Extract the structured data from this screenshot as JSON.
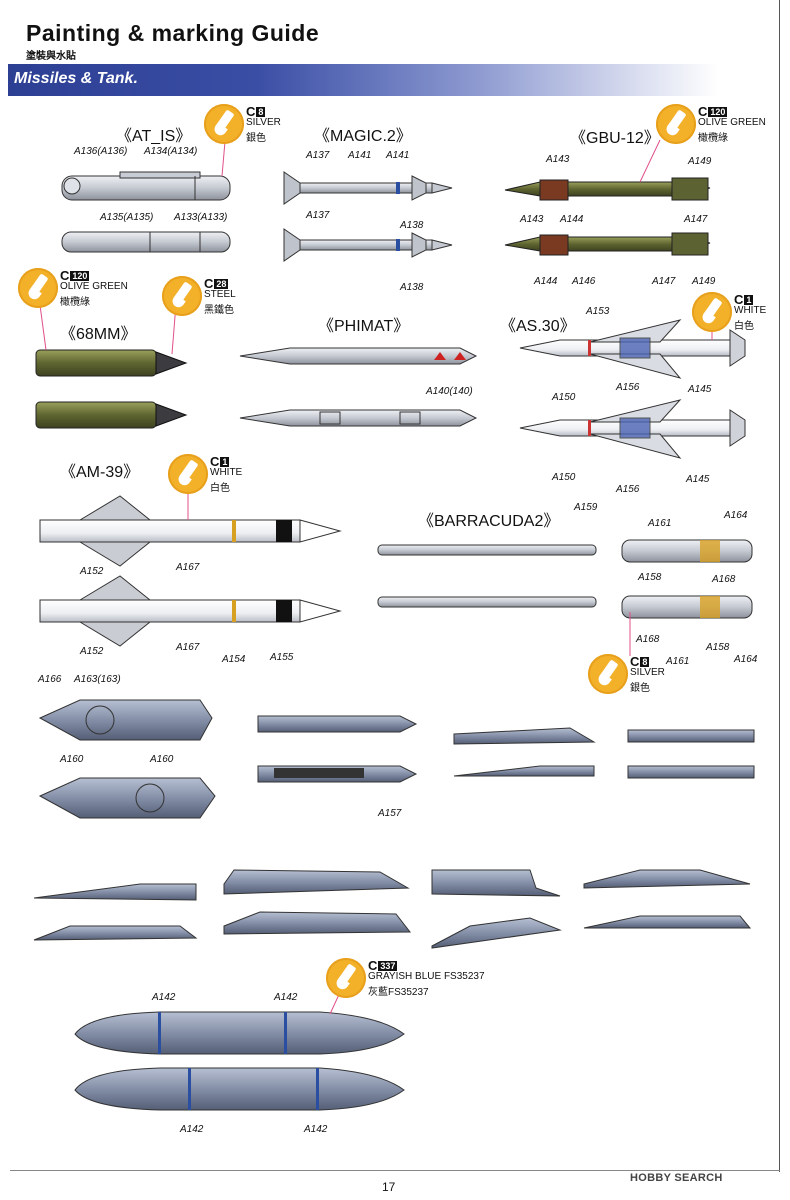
{
  "header": {
    "title": "Painting & marking Guide",
    "subtitle": "塗裝與水貼",
    "banner": "Missiles & Tank."
  },
  "weapons": {
    "at_is": "《AT_IS》",
    "magic2": "《MAGIC.2》",
    "gbu12": "《GBU-12》",
    "mm68": "《68MM》",
    "phimat": "《PHIMAT》",
    "as30": "《AS.30》",
    "am39": "《AM-39》",
    "barracuda2": "《BARRACUDA2》"
  },
  "colors": {
    "silver_top": {
      "code": "8",
      "name": "SILVER",
      "cn": "銀色",
      "hex": "#c0c4cc"
    },
    "olive_gbu": {
      "code": "120",
      "name": "OLIVE GREEN",
      "cn": "橄欖綠",
      "hex": "#5a5f2e"
    },
    "olive_68": {
      "code": "120",
      "name": "OLIVE GREEN",
      "cn": "橄欖綠",
      "hex": "#5a5f2e"
    },
    "steel": {
      "code": "28",
      "name": "STEEL",
      "cn": "黑鐵色",
      "hex": "#3c3c40"
    },
    "white_as30": {
      "code": "1",
      "name": "WHITE",
      "cn": "白色",
      "hex": "#ffffff"
    },
    "white_am39": {
      "code": "1",
      "name": "WHITE",
      "cn": "白色",
      "hex": "#ffffff"
    },
    "silver_barracuda": {
      "code": "8",
      "name": "SILVER",
      "cn": "銀色",
      "hex": "#c0c4cc"
    },
    "grayish_blue": {
      "code": "337",
      "name": "GRAYISH BLUE FS35237",
      "cn": "灰藍FS35237",
      "hex": "#7e8aa3"
    }
  },
  "parts": {
    "a136": "A136(A136)",
    "a134": "A134(A134)",
    "a135": "A135(A135)",
    "a133": "A133(A133)",
    "a137a": "A137",
    "a141a": "A141",
    "a141b": "A141",
    "a137b": "A137",
    "a138a": "A138",
    "a138b": "A138",
    "a143a": "A143",
    "a149a": "A149",
    "a144a": "A144",
    "a147a": "A147",
    "a143b": "A143",
    "a144b": "A144",
    "a146": "A146",
    "a147b": "A147",
    "a149b": "A149",
    "a153": "A153",
    "a150a": "A150",
    "a156a": "A156",
    "a145a": "A145",
    "a150b": "A150",
    "a156b": "A156",
    "a145b": "A145",
    "a159": "A159",
    "a140": "A140(140)",
    "a152a": "A152",
    "a167a": "A167",
    "a152b": "A152",
    "a167b": "A167",
    "a154": "A154",
    "a155": "A155",
    "a161a": "A161",
    "a164a": "A164",
    "a158a": "A158",
    "a168a": "A168",
    "a168b": "A168",
    "a161b": "A161",
    "a158b": "A158",
    "a164b": "A164",
    "a166": "A166",
    "a163": "A163(163)",
    "a160a": "A160",
    "a160b": "A160",
    "a157": "A157",
    "a142a": "A142",
    "a142b": "A142",
    "a142c": "A142",
    "a142d": "A142"
  },
  "footer": {
    "page": "17",
    "watermark": "HOBBY SEARCH"
  }
}
